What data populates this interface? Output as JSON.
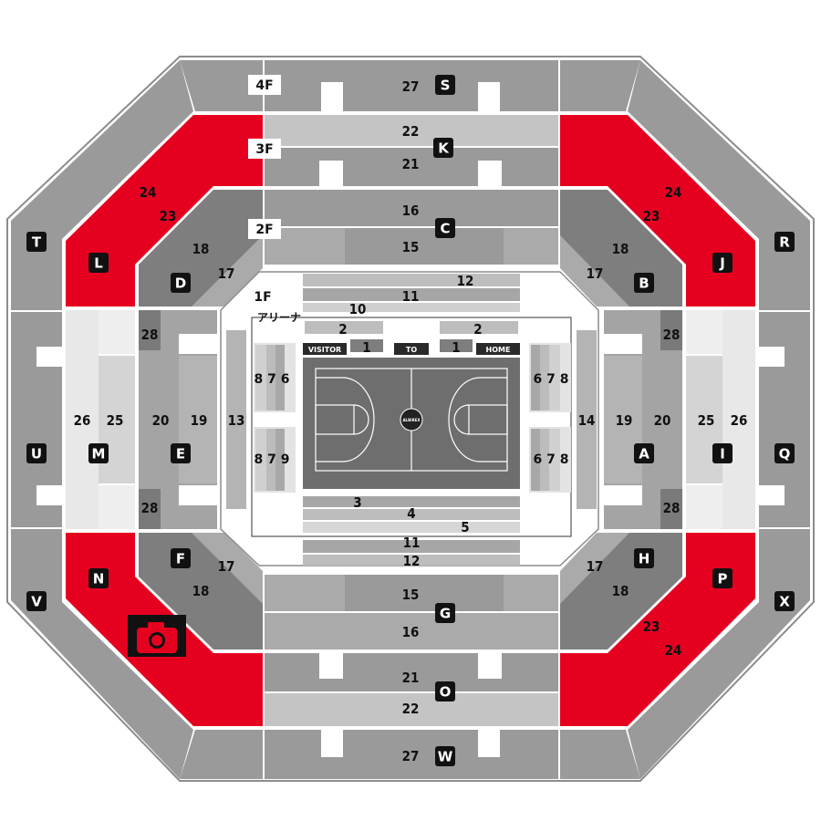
{
  "floors": {
    "f4": "4F",
    "f3": "3F",
    "f2": "2F",
    "f1": "1F",
    "arena": "アリーナ"
  },
  "bench_bar": {
    "visitor": "VISITOR",
    "to": "TO",
    "home": "HOME"
  },
  "court_logo": "ALBIREX",
  "blocks": {
    "S": "S",
    "K": "K",
    "C": "C",
    "G": "G",
    "O": "O",
    "W": "W",
    "T": "T",
    "U": "U",
    "V": "V",
    "R": "R",
    "Q": "Q",
    "X": "X",
    "L": "L",
    "J": "J",
    "N": "N",
    "P": "P",
    "D": "D",
    "B": "B",
    "F": "F",
    "H": "H",
    "M": "M",
    "E": "E",
    "A": "A",
    "I": "I"
  },
  "rows": {
    "top_27": "27",
    "top_22": "22",
    "top_21": "21",
    "top_16": "16",
    "top_15": "15",
    "top_12": "12",
    "top_11": "11",
    "top_10": "10",
    "top_2l": "2",
    "top_2r": "2",
    "top_1l": "1",
    "top_1r": "1",
    "bot_3": "3",
    "bot_4": "4",
    "bot_5": "5",
    "bot_11": "11",
    "bot_12": "12",
    "bot_15": "15",
    "bot_16": "16",
    "bot_21": "21",
    "bot_22": "22",
    "bot_27": "27",
    "L24": "24",
    "L23": "23",
    "J24": "24",
    "J23": "23",
    "D18": "18",
    "D17": "17",
    "B18": "18",
    "B17": "17",
    "F17": "17",
    "F18": "18",
    "H17": "17",
    "H18": "18",
    "P23": "23",
    "P24": "24",
    "W26": "26",
    "W25": "25",
    "W20": "20",
    "W19": "19",
    "W13": "13",
    "E26": "26",
    "E25": "25",
    "E20": "20",
    "E19": "19",
    "E14": "14",
    "W28a": "28",
    "W28b": "28",
    "E28a": "28",
    "E28b": "28",
    "ct_l1": "8 7 6",
    "ct_l2": "8 7 9",
    "ct_r1": "6 7 8",
    "ct_r2": "6 7 8"
  },
  "icons": {
    "camera": "camera-icon"
  },
  "colors": {
    "red": "#e60020",
    "dark": "#8c8c8c",
    "mid": "#9e9e9e",
    "light": "#bdbdbd",
    "pale": "#e3e3e3",
    "court": "#6e6e6e"
  }
}
